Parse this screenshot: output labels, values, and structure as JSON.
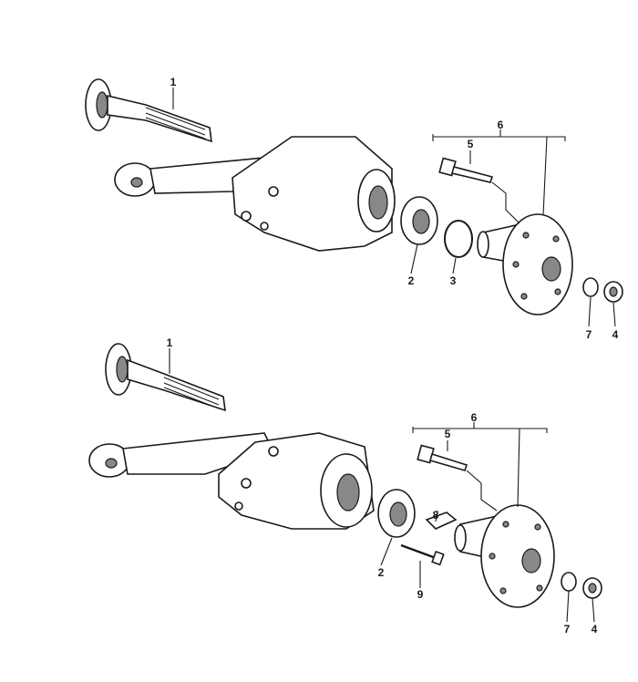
{
  "diagram": {
    "top_assembly": {
      "callouts": [
        "1",
        "6",
        "5",
        "2",
        "3",
        "7",
        "4"
      ]
    },
    "bottom_assembly": {
      "callouts": [
        "1",
        "6",
        "5",
        "8",
        "2",
        "9",
        "7",
        "4"
      ]
    }
  }
}
